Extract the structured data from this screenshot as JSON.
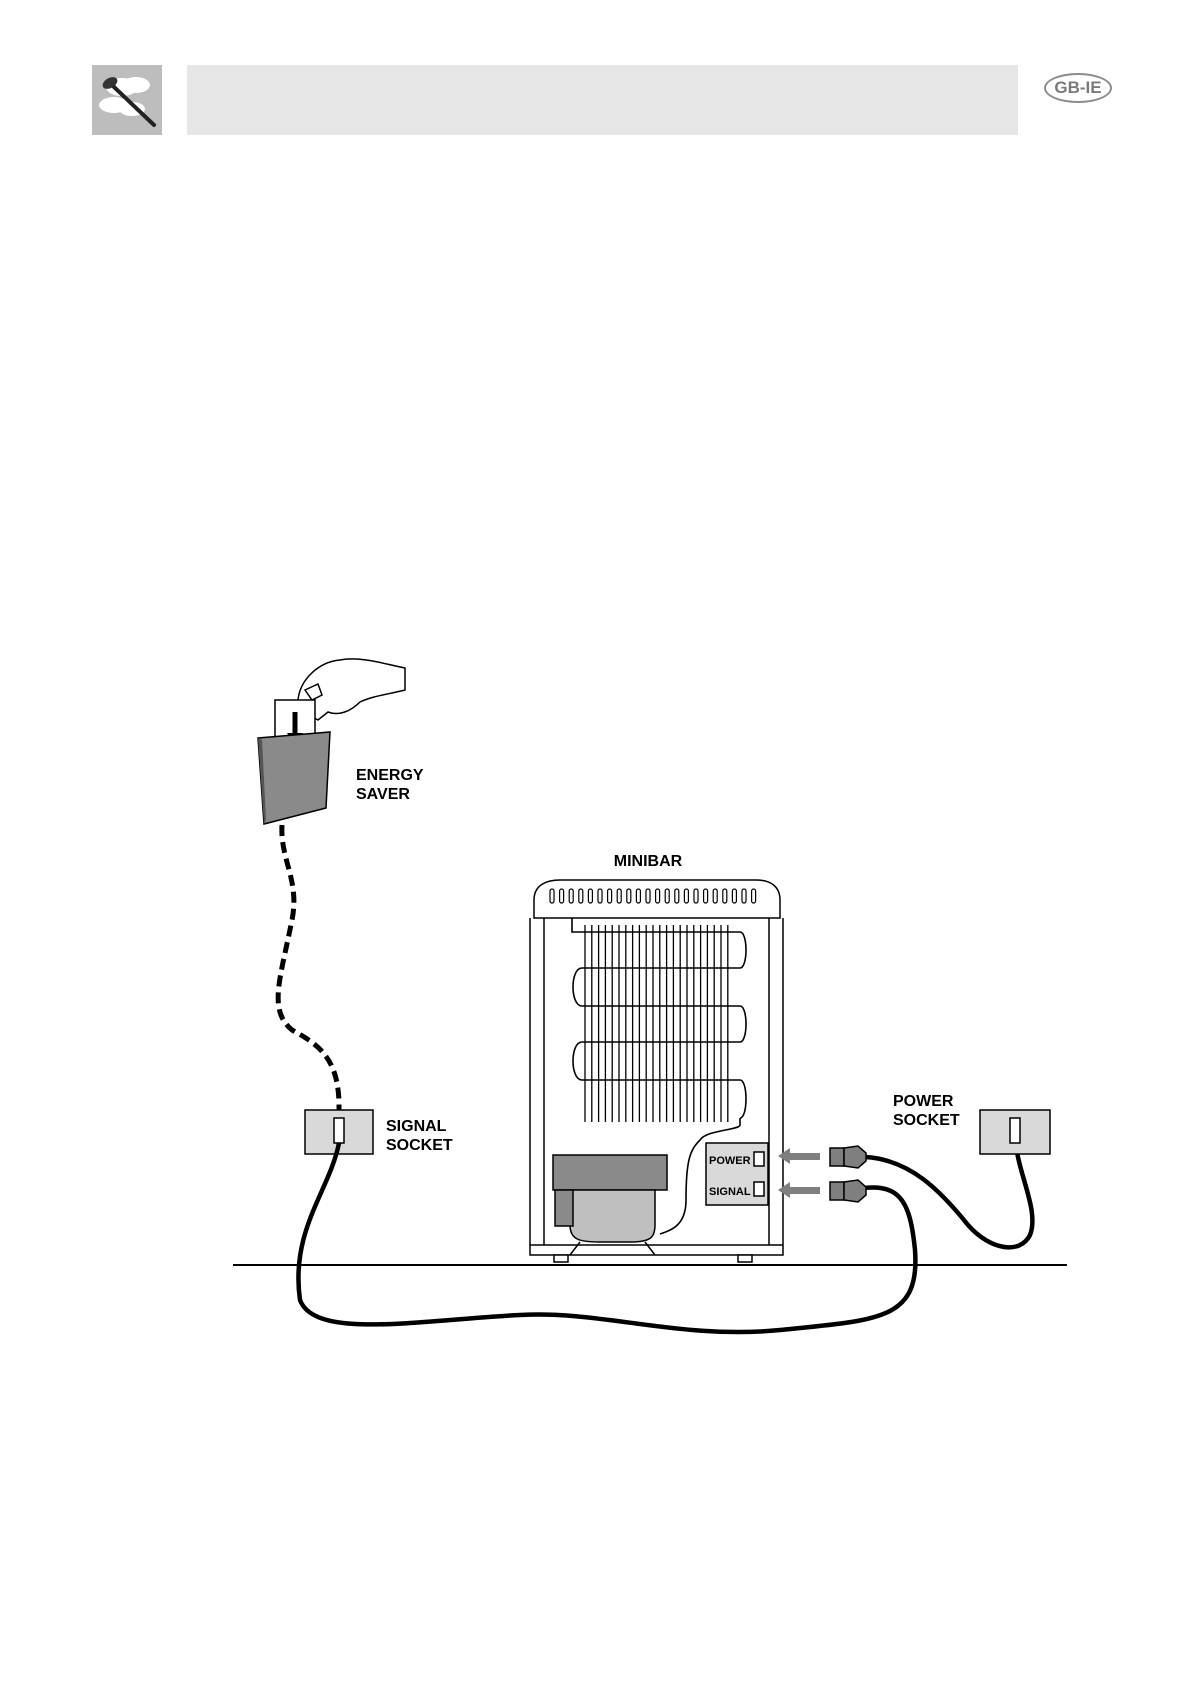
{
  "header": {
    "language_badge": "GB-IE",
    "logo_icon": "chef-spoon-icon"
  },
  "diagram": {
    "energy_saver_line1": "ENERGY",
    "energy_saver_line2": "SAVER",
    "minibar": "MINIBAR",
    "signal_socket_line1": "SIGNAL",
    "signal_socket_line2": "SOCKET",
    "power_socket_line1": "POWER",
    "power_socket_line2": "SOCKET",
    "panel_power": "POWER",
    "panel_signal": "SIGNAL"
  },
  "colors": {
    "header_bar": "#e6e6e6",
    "logo_bg": "#bdbdbd",
    "energy_saver_body": "#8a8a8a",
    "socket_plate": "#d9d9d9",
    "arrow": "#7f7f7f"
  }
}
